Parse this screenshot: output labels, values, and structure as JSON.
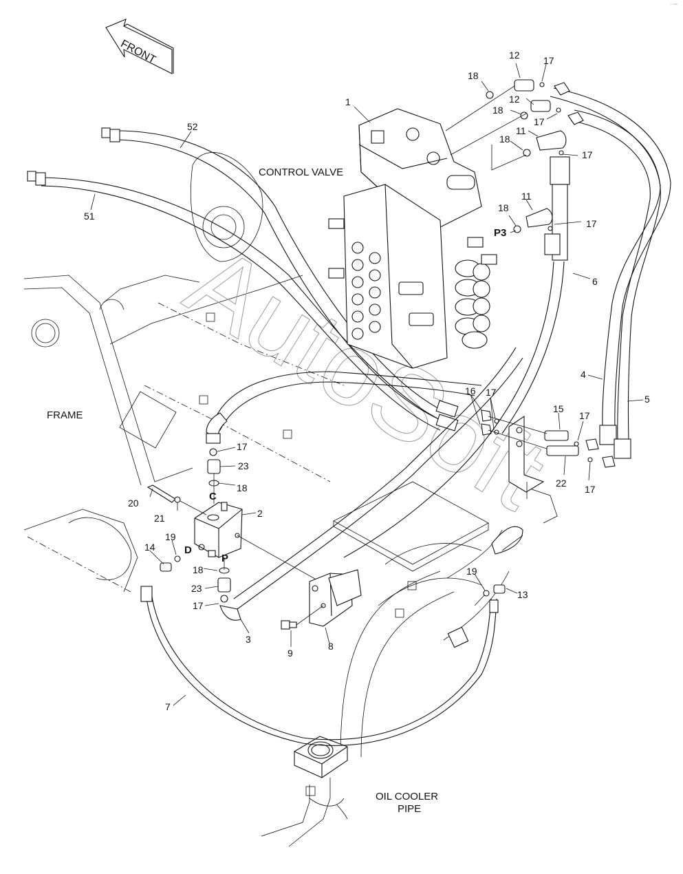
{
  "diagram": {
    "type": "exploded parts diagram",
    "direction_arrow": "FRONT",
    "assembly_names": {
      "control_valve": "CONTROL VALVE",
      "frame": "FRAME",
      "oil_cooler_pipe_line1": "OIL COOLER",
      "oil_cooler_pipe_line2": "PIPE"
    },
    "port_labels": [
      "P3",
      "C",
      "D",
      "P"
    ],
    "watermark": "AutoSoft",
    "corner_mark": "◦ ▫▫▫",
    "callouts": [
      {
        "id": "c1",
        "text": "1"
      },
      {
        "id": "c2",
        "text": "2"
      },
      {
        "id": "c3",
        "text": "3"
      },
      {
        "id": "c4",
        "text": "4"
      },
      {
        "id": "c5",
        "text": "5"
      },
      {
        "id": "c6",
        "text": "6"
      },
      {
        "id": "c7",
        "text": "7"
      },
      {
        "id": "c8",
        "text": "8"
      },
      {
        "id": "c9",
        "text": "9"
      },
      {
        "id": "c11a",
        "text": "11"
      },
      {
        "id": "c11b",
        "text": "11"
      },
      {
        "id": "c12a",
        "text": "12"
      },
      {
        "id": "c12b",
        "text": "12"
      },
      {
        "id": "c13",
        "text": "13"
      },
      {
        "id": "c14",
        "text": "14"
      },
      {
        "id": "c15",
        "text": "15"
      },
      {
        "id": "c16",
        "text": "16"
      },
      {
        "id": "c17a",
        "text": "17"
      },
      {
        "id": "c17b",
        "text": "17"
      },
      {
        "id": "c17c",
        "text": "17"
      },
      {
        "id": "c17d",
        "text": "17"
      },
      {
        "id": "c17e",
        "text": "17"
      },
      {
        "id": "c17f",
        "text": "17"
      },
      {
        "id": "c17g",
        "text": "17"
      },
      {
        "id": "c17h",
        "text": "17"
      },
      {
        "id": "c17i",
        "text": "17"
      },
      {
        "id": "c18a",
        "text": "18"
      },
      {
        "id": "c18b",
        "text": "18"
      },
      {
        "id": "c18c",
        "text": "18"
      },
      {
        "id": "c18d",
        "text": "18"
      },
      {
        "id": "c18e",
        "text": "18"
      },
      {
        "id": "c18f",
        "text": "18"
      },
      {
        "id": "c19a",
        "text": "19"
      },
      {
        "id": "c19b",
        "text": "19"
      },
      {
        "id": "c20",
        "text": "20"
      },
      {
        "id": "c21",
        "text": "21"
      },
      {
        "id": "c22",
        "text": "22"
      },
      {
        "id": "c23a",
        "text": "23"
      },
      {
        "id": "c23b",
        "text": "23"
      },
      {
        "id": "c51",
        "text": "51"
      },
      {
        "id": "c52",
        "text": "52"
      }
    ]
  }
}
